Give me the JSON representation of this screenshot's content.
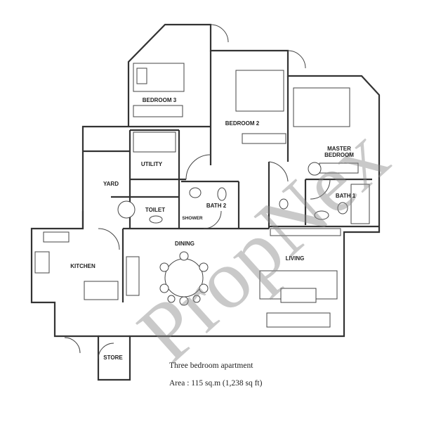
{
  "rooms": {
    "bedroom3": "BEDROOM 3",
    "bedroom2": "BEDROOM 2",
    "master_line1": "MASTER",
    "master_line2": "BEDROOM",
    "utility": "UTILITY",
    "yard": "YARD",
    "toilet": "TOILET",
    "bath2": "BATH 2",
    "shower": "SHOWER",
    "bath1": "BATH 1",
    "kitchen": "KITCHEN",
    "dining": "DINING",
    "living": "LIVING",
    "store": "STORE"
  },
  "watermark": "PropNex",
  "caption": {
    "title": "Three bedroom apartment",
    "area": "Area :  115 sq.m (1,238 sq ft)"
  }
}
